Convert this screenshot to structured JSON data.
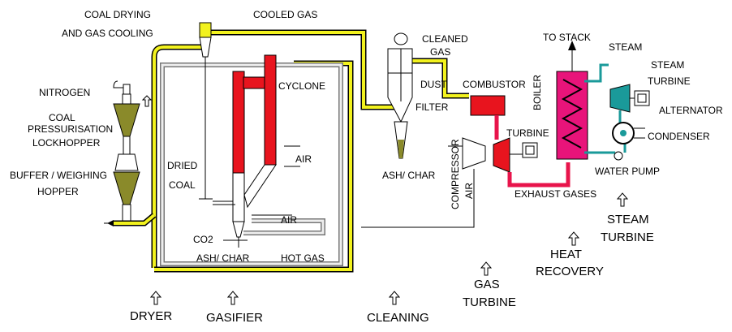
{
  "labels": {
    "coal_drying": "COAL DRYING",
    "gas_cooling": "AND GAS COOLING",
    "cooled_gas": "COOLED GAS",
    "nitrogen": "NITROGEN",
    "coal_pressurisation_1": "COAL",
    "coal_pressurisation_2": "PRESSURISATION",
    "coal_pressurisation_3": "LOCKHOPPER",
    "buffer_1": "BUFFER / WEIGHING",
    "buffer_2": "HOPPER",
    "cyclone": "CYCLONE",
    "air_gasifier": "AIR",
    "dried_coal_1": "DRIED",
    "dried_coal_2": "COAL",
    "air_bottom": "AIR",
    "co2": "CO2",
    "ash_char_gasifier": "ASH/ CHAR",
    "hot_gas": "HOT GAS",
    "cleaned_gas_1": "CLEANED",
    "cleaned_gas_2": "GAS",
    "dust_filter_1": "DUST",
    "dust_filter_2": "FILTER",
    "ash_char_filter": "ASH/ CHAR",
    "combustor": "COMBUSTOR",
    "compressor": "COMPRESSOR",
    "air_compressor": "AIR",
    "turbine": "TURBINE",
    "exhaust_gases": "EXHAUST GASES",
    "to_stack": "TO STACK",
    "boiler": "BOILER",
    "steam": "STEAM",
    "steam_turbine_1": "STEAM",
    "steam_turbine_2": "TURBINE",
    "alternator": "ALTERNATOR",
    "condenser": "CONDENSER",
    "water_pump": "WATER PUMP"
  },
  "stages": {
    "dryer": "DRYER",
    "gasifier": "GASIFIER",
    "cleaning": "CLEANING",
    "gas_turbine_1": "GAS",
    "gas_turbine_2": "TURBINE",
    "heat_recovery_1": "HEAT",
    "heat_recovery_2": "RECOVERY",
    "steam_turbine_1": "STEAM",
    "steam_turbine_2": "TURBINE"
  },
  "colors": {
    "pipe": "#f2f21e",
    "hopper": "#8a8a2a",
    "gasifier_red": "#e8141e",
    "boiler_pink": "#e8147a",
    "turbine_red": "#e8141e",
    "steam_teal": "#1a9a9a"
  }
}
